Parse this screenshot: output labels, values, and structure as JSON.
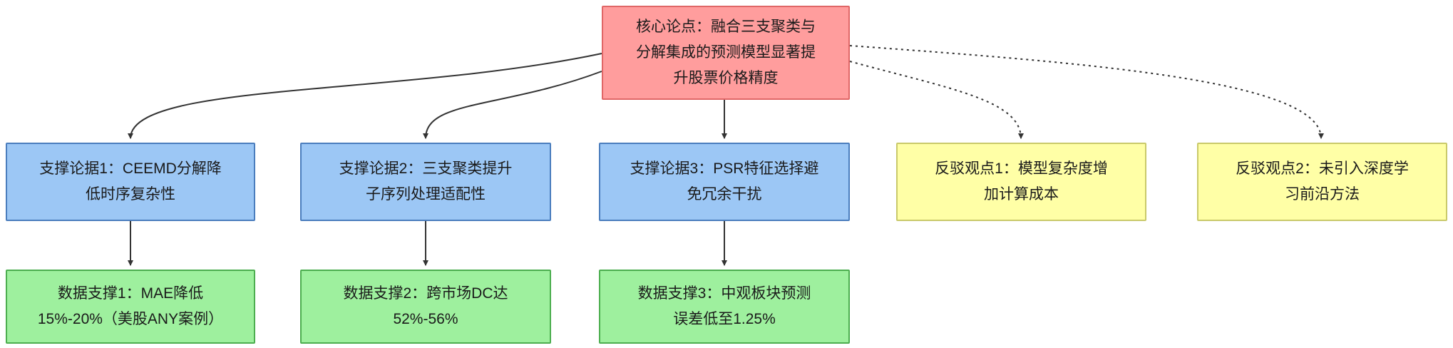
{
  "diagram": {
    "claim": {
      "label": "核心论点：融合三支聚类与\n分解集成的预测模型显著提\n升股票价格精度"
    },
    "supports": [
      {
        "label": "支撑论据1：CEEMD分解降\n低时序复杂性"
      },
      {
        "label": "支撑论据2：三支聚类提升\n子序列处理适配性"
      },
      {
        "label": "支撑论据3：PSR特征选择避\n免冗余干扰"
      }
    ],
    "rebuttals": [
      {
        "label": "反驳观点1：模型复杂度增\n加计算成本"
      },
      {
        "label": "反驳观点2：未引入深度学\n习前沿方法"
      }
    ],
    "evidence": [
      {
        "label": "数据支撑1：MAE降低\n15%-20%（美股ANY案例）"
      },
      {
        "label": "数据支撑2：跨市场DC达\n52%-56%"
      },
      {
        "label": "数据支撑3：中观板块预测\n误差低至1.25%"
      }
    ],
    "colors": {
      "claim-fill": "#ff9d9d",
      "claim-border": "#e06666",
      "support-fill": "#9cc7f5",
      "support-border": "#4a7dbd",
      "rebuttal-fill": "#ffffa6",
      "rebuttal-border": "#c9c96a",
      "evidence-fill": "#9ef09e",
      "evidence-border": "#4cae4f",
      "edge": "#333333",
      "text": "#1a1a1a"
    }
  }
}
